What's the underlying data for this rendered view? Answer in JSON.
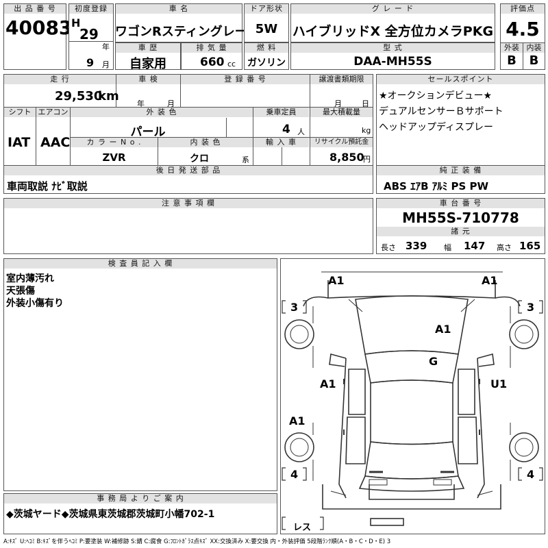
{
  "sheet": {
    "lot_no_label": "出 品 番 号",
    "lot_no": "40083",
    "first_reg_label": "初度登録",
    "era": "H",
    "year": "29",
    "year_unit": "年",
    "month": "9",
    "month_unit": "月",
    "car_name_label": "車 名",
    "car_name": "ワゴンRスティングレー",
    "door_label": "ドア形状",
    "door": "5W",
    "grade_label": "グ レ ー ド",
    "grade": "ハイブリッドX 全方位カメラPKG",
    "score_label": "評価点",
    "score": "4.5",
    "history_label": "車 歴",
    "history": "自家用",
    "displacement_label": "排 気 量",
    "displacement": "660",
    "cc_unit": "cc",
    "fuel_label": "燃 料",
    "fuel": "ガソリン",
    "model_label": "型 式",
    "model": "DAA-MH55S",
    "exterior_label": "外装",
    "exterior": "B",
    "interior_label": "内装",
    "interior": "B"
  },
  "row2": {
    "mileage_label": "走 行",
    "mileage": "29,530",
    "km_unit": "km",
    "inspection_label": "車 検",
    "inspection_year_unit": "年",
    "inspection_month_unit": "月",
    "reg_no_label": "登 録 番 号",
    "transfer_label": "譲渡書類期限",
    "transfer_month_unit": "月",
    "transfer_day_unit": "日",
    "shift_label": "シフト",
    "shift": "IAT",
    "ac_label": "エアコン",
    "ac": "AAC",
    "color_label": "外 装 色",
    "color": "パール",
    "capacity_label": "乗車定員",
    "capacity": "4",
    "capacity_unit": "人",
    "load_label": "最大積載量",
    "load_unit": "kg",
    "color_no_label": "カ ラ ー N o .",
    "color_no": "ZVR",
    "interior_color_label": "内 装 色",
    "interior_color": "クロ",
    "interior_color_unit": "系",
    "import_label": "輸 入 車",
    "recycle_label": "リサイクル預託金",
    "recycle": "8,850",
    "yen_unit": "円"
  },
  "sales_point": {
    "label": "セールスポイント",
    "lines": [
      "★オークションデビュー★",
      "デュアルセンサーＢサポート",
      "ヘッドアップディスプレー"
    ]
  },
  "later_parts": {
    "label": "後 日 発 送 部 品",
    "value": "車両取説 ﾅﾋﾞ取説"
  },
  "equipment": {
    "label": "純 正 装 備",
    "value": "ABS ｴｱB ｱﾙﾐ PS PW"
  },
  "notes": {
    "label": "注 意 事 項 欄"
  },
  "chassis": {
    "label": "車 台 番 号",
    "value": "MH55S-710778",
    "spec_label": "諸 元",
    "length_label": "長さ",
    "length": "339",
    "width_label": "幅",
    "width": "147",
    "height_label": "高さ",
    "height": "165"
  },
  "inspector": {
    "label": "検 査 員 記 入 欄",
    "lines": [
      "室内薄汚れ",
      "天張傷",
      "外装小傷有り"
    ]
  },
  "diagram": {
    "marks": {
      "front_left": "A1",
      "front_right": "A1",
      "roof": "A1",
      "hood_glass": "G",
      "left_door": "A1",
      "right_door": "U1",
      "left_rear": "A1"
    },
    "tire_fl": "3",
    "tire_fr": "3",
    "tire_rl": "4",
    "tire_rr": "4",
    "spare": "レス"
  },
  "office": {
    "label": "事 務 局 よ り ご 案 内",
    "value": "◆茨城ヤード◆茨城県東茨城郡茨城町小幡702-1"
  },
  "legend": "A:ｷｽﾞ U:ﾍｺﾐ B:ｷｽﾞを伴うﾍｺﾐ P:要塗装 W:補修跡 S:錆 C:腐食 G:ﾌﾛﾝﾄｶﾞﾗｽ点ｷｽﾞ XX:交換済み X:要交換 内・外装評価 5段階ﾗﾝｸ順(A・B・C・D・E) 3"
}
